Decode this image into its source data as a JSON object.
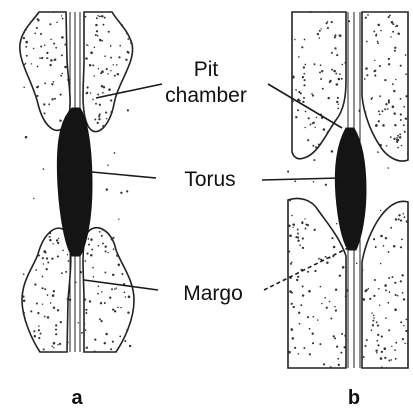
{
  "labels": {
    "pit_line1": "Pit",
    "pit_line2": "chamber",
    "torus": "Torus",
    "margo": "Margo"
  },
  "panels": {
    "a": "a",
    "b": "b"
  },
  "colors": {
    "outline": "#222222",
    "torus": "#141414",
    "speckle": "#333333",
    "background": "#ffffff"
  }
}
